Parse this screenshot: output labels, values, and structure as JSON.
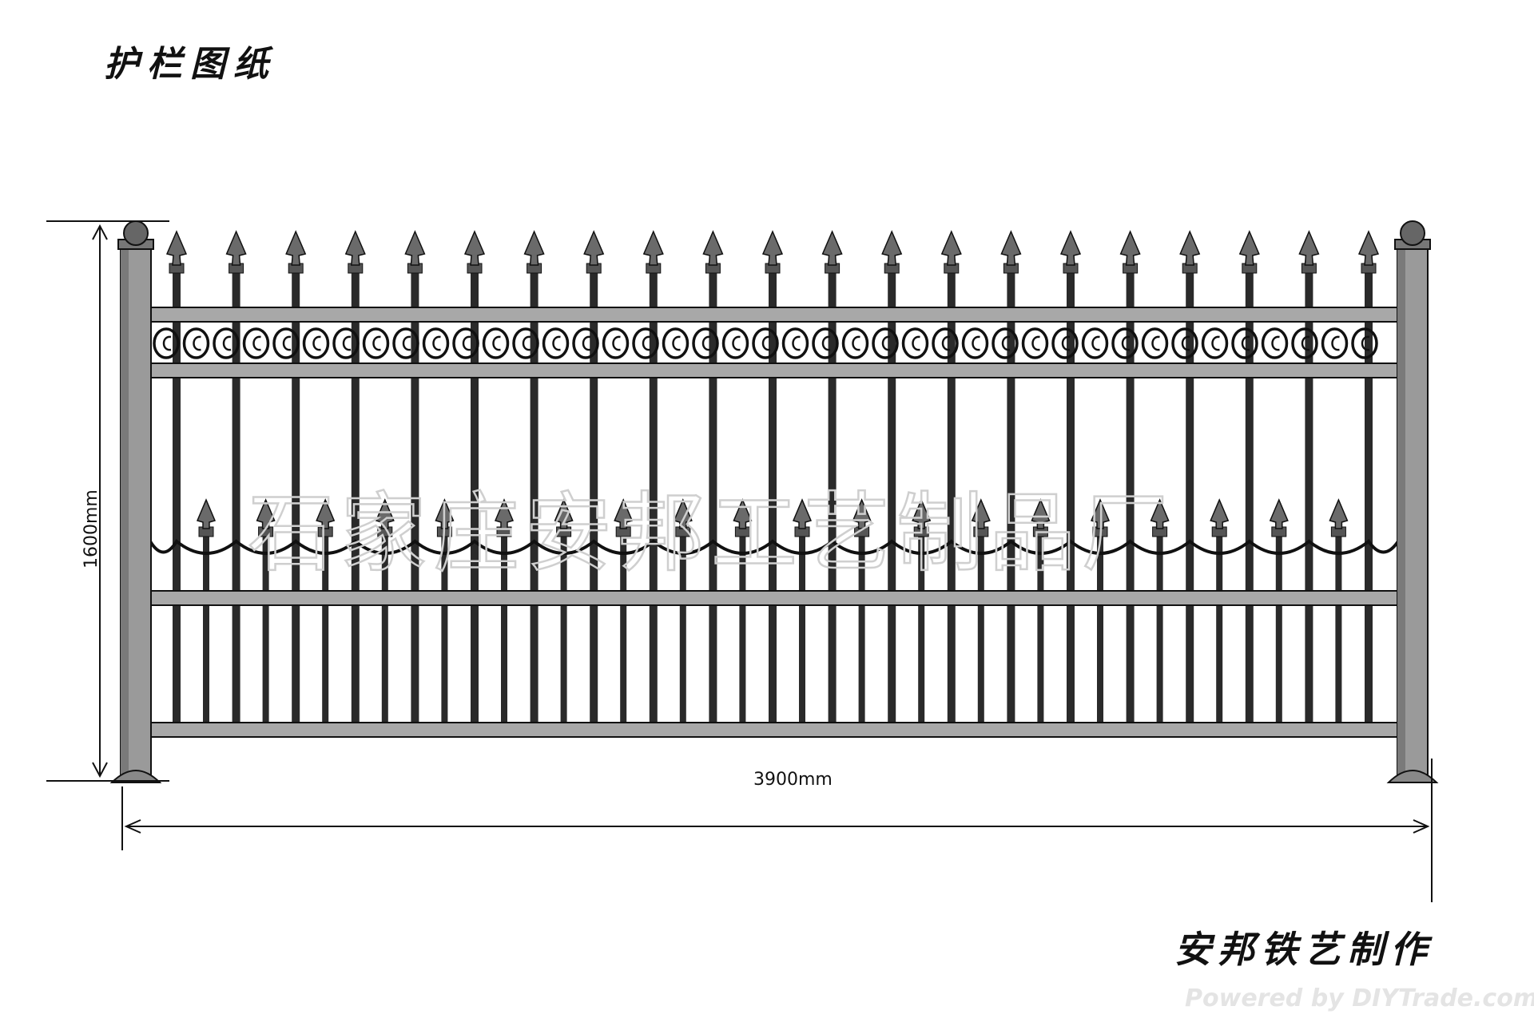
{
  "title": "护栏图纸",
  "maker": "安邦铁艺制作",
  "height_dimension": "1600mm",
  "width_dimension": "3900mm",
  "watermark_center": "石家庄安邦工艺制品厂",
  "watermark_footer": "Powered by DIYTrade.com",
  "colors": {
    "post_fill": "#9a9a9a",
    "rail_fill": "#a8a8a8",
    "bar_dark": "#2a2a2a",
    "line": "#111111"
  }
}
